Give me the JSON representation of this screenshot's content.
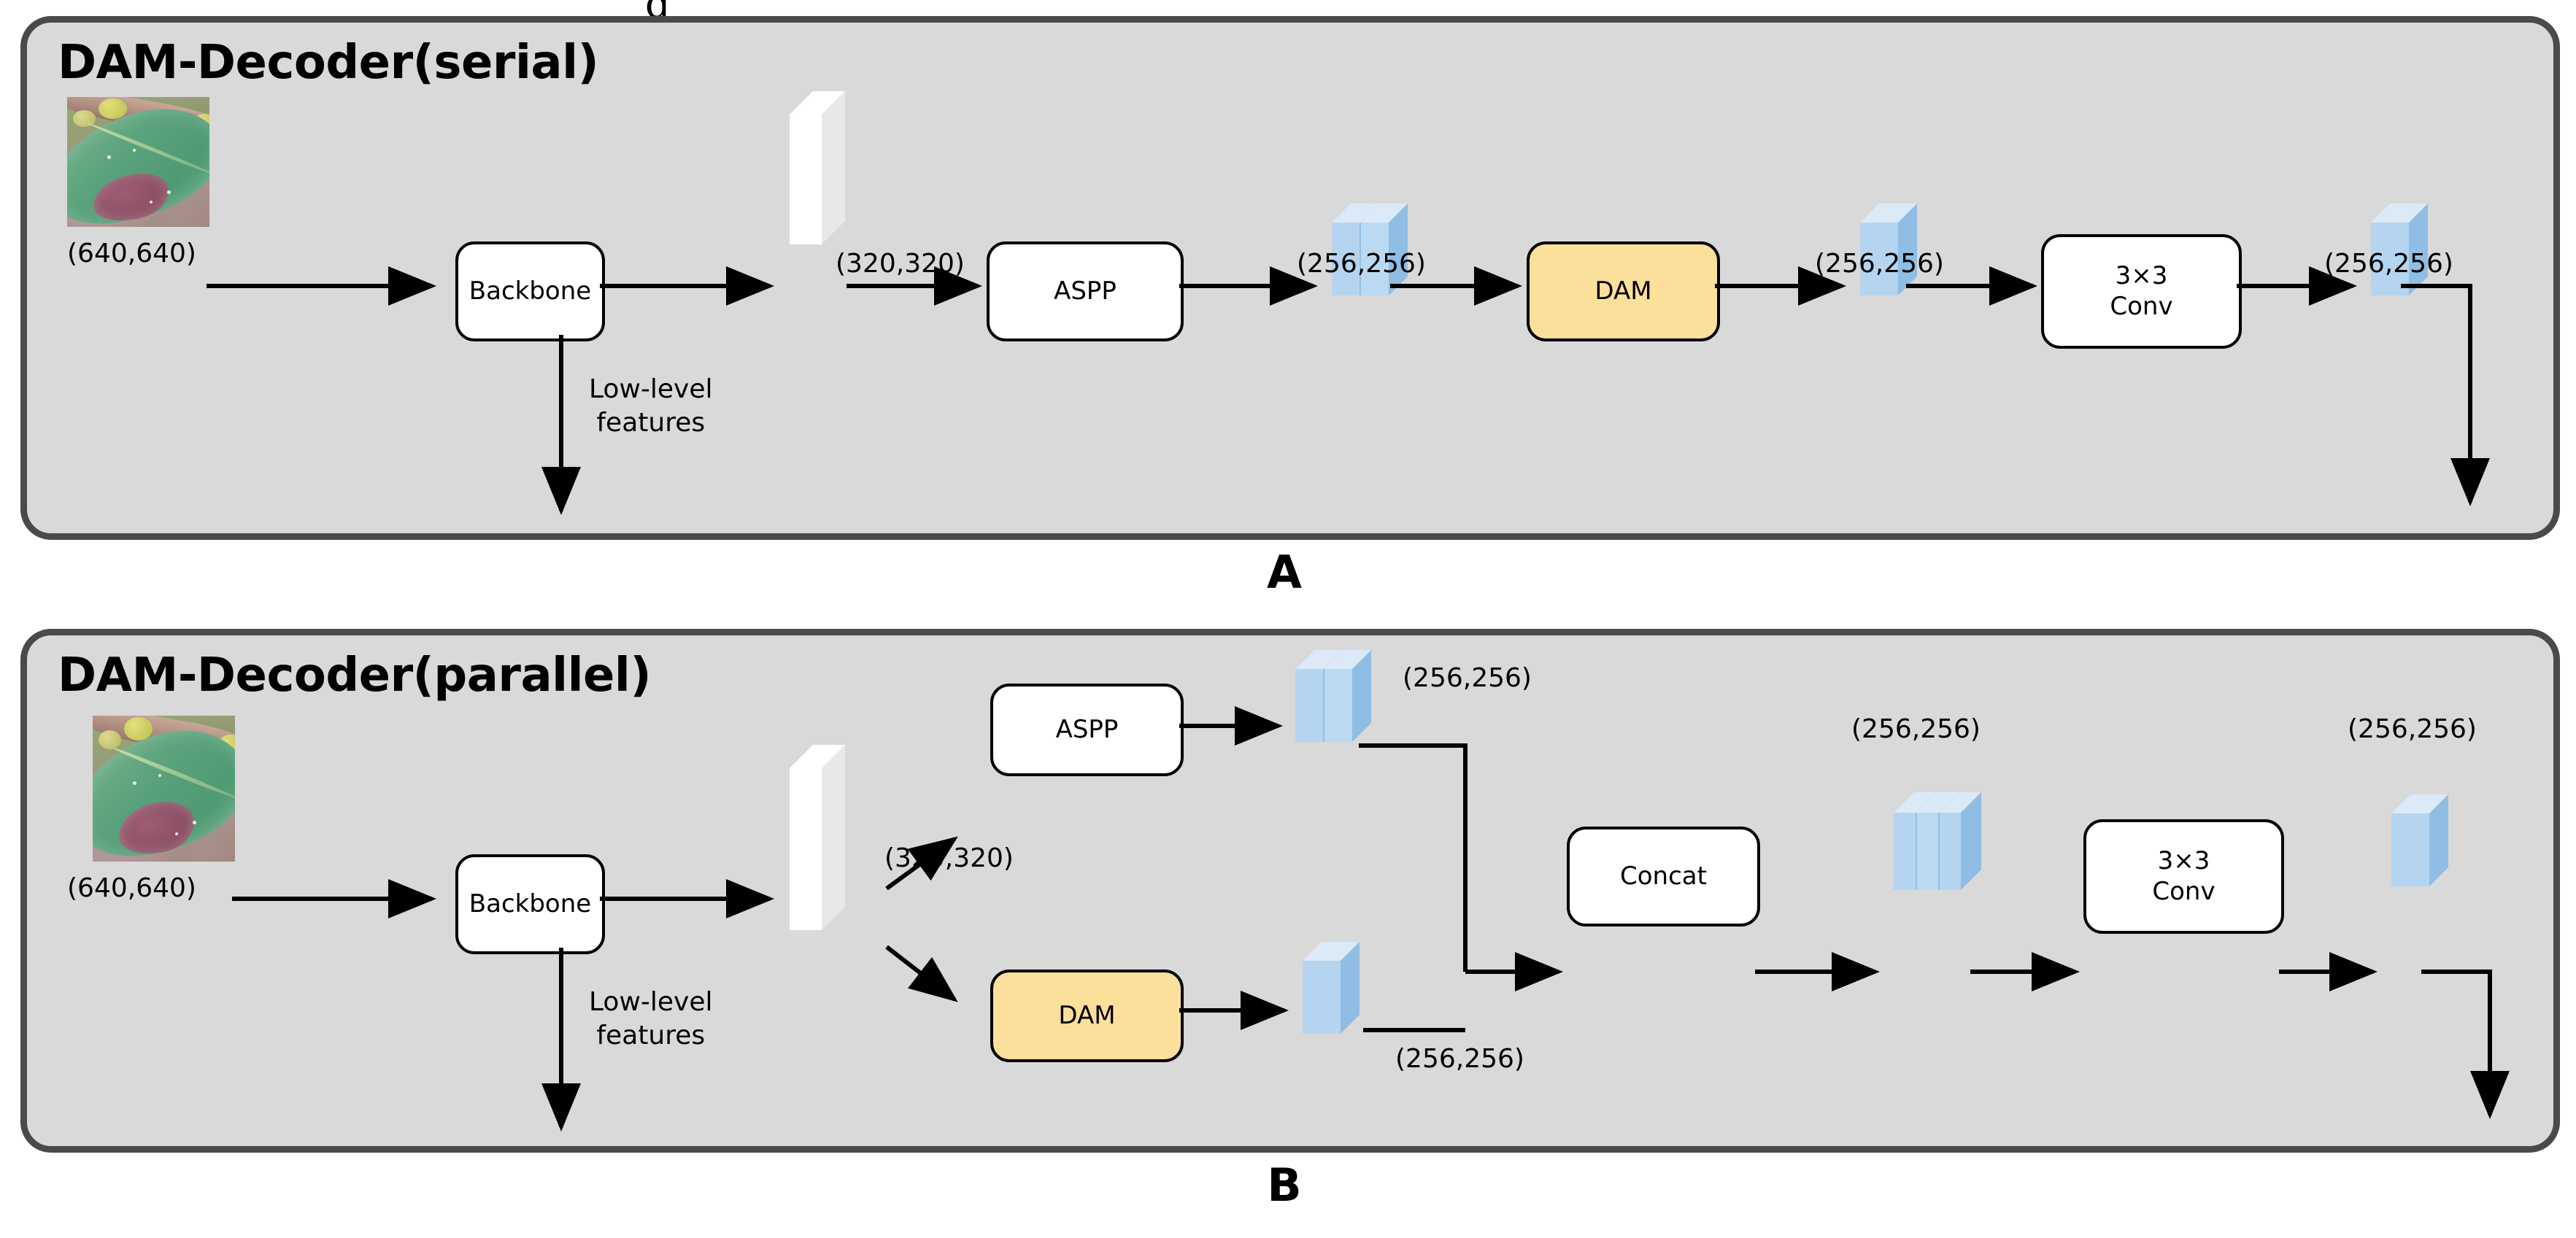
{
  "figure": {
    "top_clipped_glyph": "g",
    "panels": [
      {
        "id": "A",
        "letter": "A",
        "title": "DAM-Decoder(serial)",
        "input_image_caption": "(640,640)",
        "nodes": [
          {
            "name": "backbone",
            "label": "Backbone"
          },
          {
            "name": "aspp",
            "label": "ASPP"
          },
          {
            "name": "dam",
            "label": "DAM",
            "color": "#fbe09c"
          },
          {
            "name": "conv",
            "label": "3×3\nConv"
          }
        ],
        "edge_labels": [
          {
            "name": "low-level-features",
            "text": "Low-level\nfeatures"
          }
        ],
        "dims": [
          {
            "name": "dim-backbone-out",
            "text": "(320,320)"
          },
          {
            "name": "dim-aspp-out",
            "text": "(256,256)"
          },
          {
            "name": "dim-dam-out",
            "text": "(256,256)"
          },
          {
            "name": "dim-conv-out",
            "text": "(256,256)"
          }
        ]
      },
      {
        "id": "B",
        "letter": "B",
        "title": "DAM-Decoder(parallel)",
        "input_image_caption": "(640,640)",
        "nodes": [
          {
            "name": "backbone",
            "label": "Backbone"
          },
          {
            "name": "aspp",
            "label": "ASPP"
          },
          {
            "name": "dam",
            "label": "DAM",
            "color": "#fbe09c"
          },
          {
            "name": "concat",
            "label": "Concat"
          },
          {
            "name": "conv",
            "label": "3×3\nConv"
          }
        ],
        "edge_labels": [
          {
            "name": "low-level-features",
            "text": "Low-level\nfeatures"
          }
        ],
        "dims": [
          {
            "name": "dim-backbone-out",
            "text": "(320,320)"
          },
          {
            "name": "dim-aspp-out",
            "text": "(256,256)"
          },
          {
            "name": "dim-dam-out",
            "text": "(256,256)"
          },
          {
            "name": "dim-concat-out",
            "text": "(256,256)"
          },
          {
            "name": "dim-conv-out",
            "text": "(256,256)"
          }
        ]
      }
    ],
    "colors": {
      "panel_background": "#d9d9d9",
      "panel_border": "#4a4a4a",
      "slab_face": "#b5d4f0",
      "slab_side": "#8fbde4",
      "slab_top": "#dceaf8",
      "white_slab_face": "#ffffff",
      "white_slab_side": "#e8e8e8",
      "dam_fill": "#fbe09c",
      "node_fill": "#ffffff",
      "stroke": "#000000"
    }
  }
}
